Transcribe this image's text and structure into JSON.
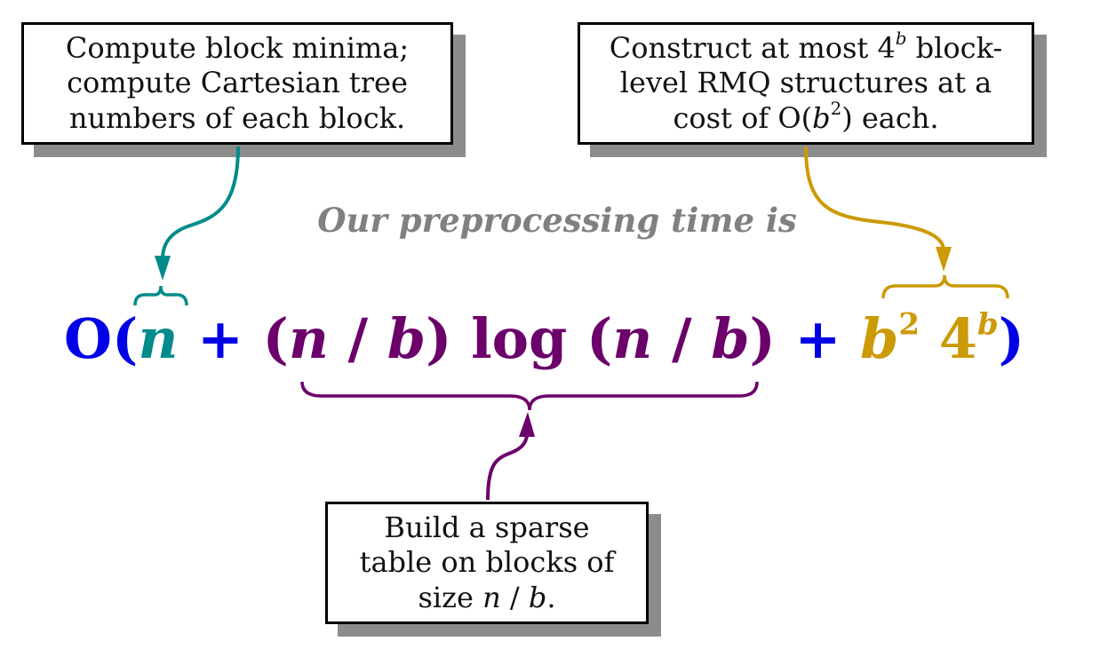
{
  "heading": "Our preprocessing time is",
  "callouts": {
    "left": {
      "line1": "Compute block minima;",
      "line2": "compute Cartesian tree",
      "line3": "numbers of each block."
    },
    "right": {
      "line1_pre": "Construct at most 4",
      "line1_sup": "b",
      "line1_post": " block-",
      "line2": "level RMQ structures at a",
      "line3_pre": "cost of O(",
      "line3_var": "b",
      "line3_sup": "2",
      "line3_post": ") each."
    },
    "bottom": {
      "line1": "Build a sparse",
      "line2": "table on blocks of",
      "line3_pre": "size ",
      "line3_n": "n",
      "line3_slash": " / ",
      "line3_b": "b",
      "line3_post": "."
    }
  },
  "formula": {
    "open": "O(",
    "n": "n",
    "plus1": " + ",
    "lp1": "(",
    "n2": "n",
    "slash1": " / ",
    "b1": "b",
    "rp1": ")",
    "log": " log ",
    "lp2": "(",
    "n3": "n",
    "slash2": " / ",
    "b2": "b",
    "rp2": ")",
    "plus2": " + ",
    "b3": "b",
    "sup2": "2",
    "space": " ",
    "four": "4",
    "supb": "b",
    "close": ")"
  },
  "colors": {
    "blue": "#0000e6",
    "teal": "#008b8b",
    "purple": "#6b006b",
    "gold": "#cc9a06",
    "shadow": "#8c8c8c",
    "heading_gray": "#808080"
  },
  "icons": [
    "teal-arrow",
    "gold-arrow",
    "purple-arrow",
    "teal-brace",
    "gold-brace",
    "purple-brace"
  ]
}
